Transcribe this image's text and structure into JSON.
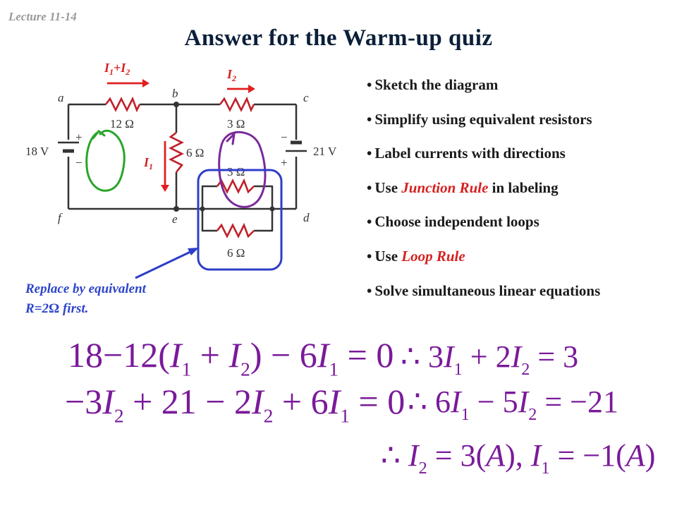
{
  "header": {
    "lecture": "Lecture 11-14",
    "title": "Answer for the Warm-up quiz"
  },
  "bullets": [
    {
      "parts": [
        {
          "text": "Sketch the diagram",
          "red": false
        }
      ]
    },
    {
      "parts": [
        {
          "text": "Simplify using equivalent resistors",
          "red": false
        }
      ]
    },
    {
      "parts": [
        {
          "text": "Label currents with directions",
          "red": false
        }
      ]
    },
    {
      "parts": [
        {
          "text": "Use ",
          "red": false
        },
        {
          "text": "Junction Rule",
          "red": true
        },
        {
          "text": " in labeling",
          "red": false
        }
      ]
    },
    {
      "parts": [
        {
          "text": "Choose independent loops",
          "red": false
        }
      ]
    },
    {
      "parts": [
        {
          "text": "Use ",
          "red": false
        },
        {
          "text": "Loop Rule",
          "red": true
        }
      ]
    },
    {
      "parts": [
        {
          "text": "Solve simultaneous linear equations",
          "red": false
        }
      ]
    }
  ],
  "circuit": {
    "nodes": {
      "a": "a",
      "b": "b",
      "c": "c",
      "d": "d",
      "e": "e",
      "f": "f"
    },
    "r12": "12 Ω",
    "r3_top": "3 Ω",
    "r6_mid": "6 Ω",
    "r3_par": "3 Ω",
    "r6_par": "6 Ω",
    "battery_left": "18 V",
    "battery_right": "21 V",
    "plus": "+",
    "minus": "−",
    "current_sum": {
      "i1": "I",
      "s1": "1",
      "plus": "+I",
      "s2": "2"
    },
    "current_i2": {
      "i": "I",
      "s": "2"
    },
    "current_i1": {
      "i": "I",
      "s": "1"
    }
  },
  "note": {
    "line1": "Replace by equivalent",
    "line2_pre": "R=2",
    "line2_omega": "Ω",
    "line2_post": " first."
  },
  "equations": {
    "eq1": {
      "a": "18−12(",
      "I1": "I",
      "s1": "1",
      "plus": " + ",
      "I2": "I",
      "s2": "2",
      "b": ") − 6",
      "I1b": "I",
      "s1b": "1",
      "c": " = 0"
    },
    "eq2": {
      "a": "−3",
      "I": "I",
      "s": "2",
      "b": " + 21 − 2",
      "Ib": "I",
      "sb": "2",
      "c": " + 6",
      "Ic": "I",
      "sc": "1",
      "d": " = 0"
    },
    "eq3": {
      "therefore": "∴",
      "a": " 3",
      "I": "I",
      "s": "1",
      "b": " + 2",
      "Ib": "I",
      "sb": "2",
      "c": " = 3"
    },
    "eq4": {
      "therefore": "∴",
      "a": " 6",
      "I": "I",
      "s": "1",
      "b": " − 5",
      "Ib": "I",
      "sb": "2",
      "c": " = −21"
    },
    "eq5": {
      "therefore": "∴",
      "I": " I",
      "s": "2",
      "a": " = 3(",
      "A": "A",
      "b": "), ",
      "Ib": "I",
      "sb": "1",
      "c": " = −1(",
      "Ab": "A",
      "d": ")"
    }
  }
}
